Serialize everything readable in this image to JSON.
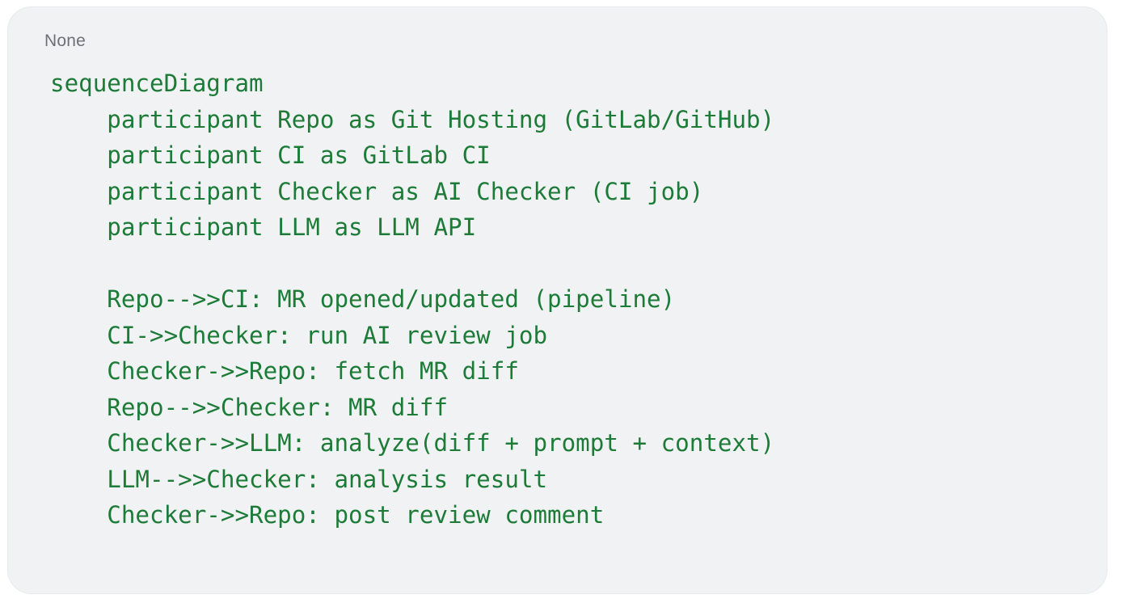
{
  "card": {
    "language_label": "None",
    "background_color": "#f1f2f4",
    "border_color": "#e7e9ec",
    "code_color": "#1d7b38",
    "label_color": "#6b7177"
  },
  "code": {
    "lines": [
      "sequenceDiagram",
      "    participant Repo as Git Hosting (GitLab/GitHub)",
      "    participant CI as GitLab CI",
      "    participant Checker as AI Checker (CI job)",
      "    participant LLM as LLM API",
      "",
      "    Repo-->>CI: MR opened/updated (pipeline)",
      "    CI->>Checker: run AI review job",
      "    Checker->>Repo: fetch MR diff",
      "    Repo-->>Checker: MR diff",
      "    Checker->>LLM: analyze(diff + prompt + context)",
      "    LLM-->>Checker: analysis result",
      "    Checker->>Repo: post review comment"
    ]
  }
}
